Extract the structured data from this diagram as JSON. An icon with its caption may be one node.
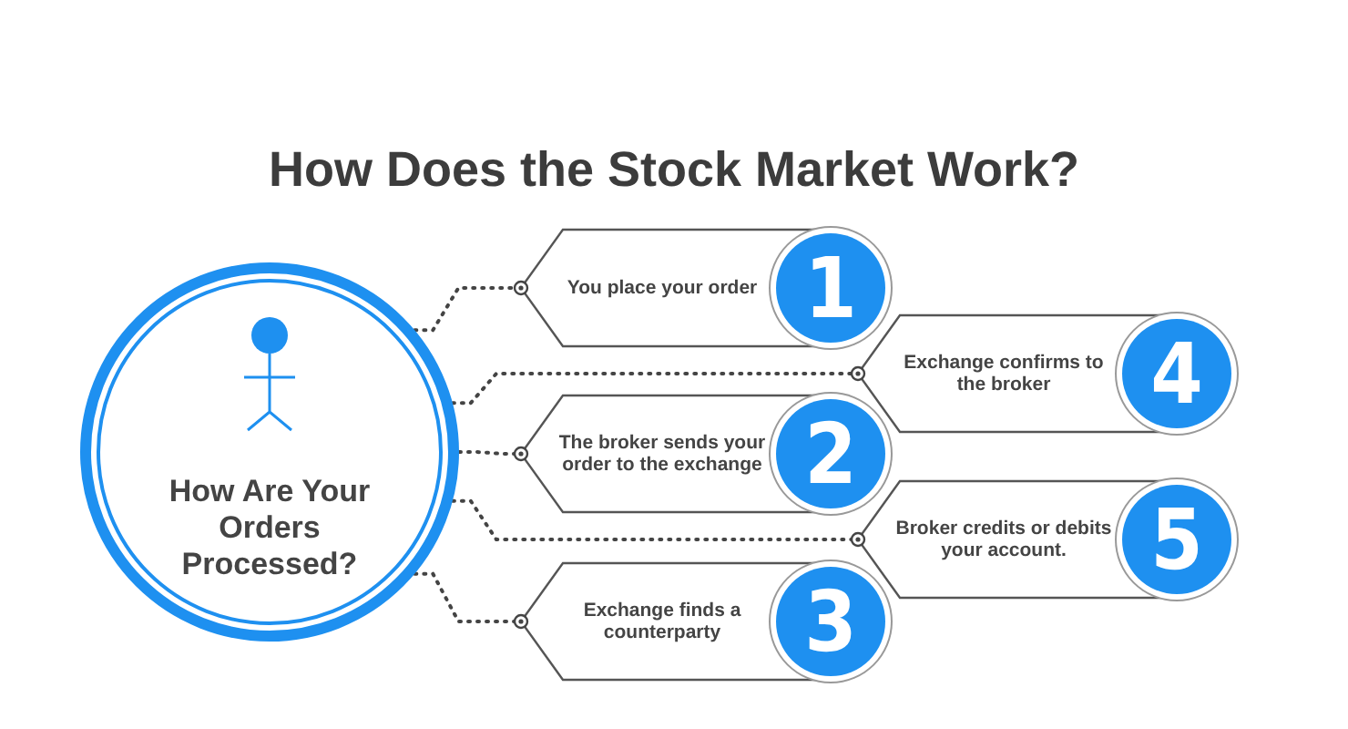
{
  "diagram": {
    "title": "How Does the Stock Market Work?",
    "nodes": [
      {
        "text": [
          "How Are Your Orders Processed?"
        ]
      },
      {
        "text": [
          "You place your order",
          "1"
        ]
      },
      {
        "text": [
          "Exchange confirms to the broker",
          "4"
        ]
      },
      {
        "text": [
          "The broker sends your order to the exchange",
          "2"
        ]
      },
      {
        "text": [
          "Broker credits or debits your account.",
          "5"
        ]
      },
      {
        "text": [
          "Exchange finds a counterparty",
          "3"
        ]
      }
    ],
    "edges": [
      {
        "from": 0,
        "to": 1,
        "arrow": "other",
        "style": "dashed"
      },
      {
        "from": 0,
        "to": 2,
        "arrow": "other",
        "style": "dashed"
      },
      {
        "from": 0,
        "to": 3,
        "arrow": "other",
        "style": "dashed"
      },
      {
        "from": 0,
        "to": 4,
        "arrow": "other",
        "style": "dashed"
      },
      {
        "from": 0,
        "to": 5,
        "arrow": "other",
        "style": "dashed"
      }
    ]
  }
}
